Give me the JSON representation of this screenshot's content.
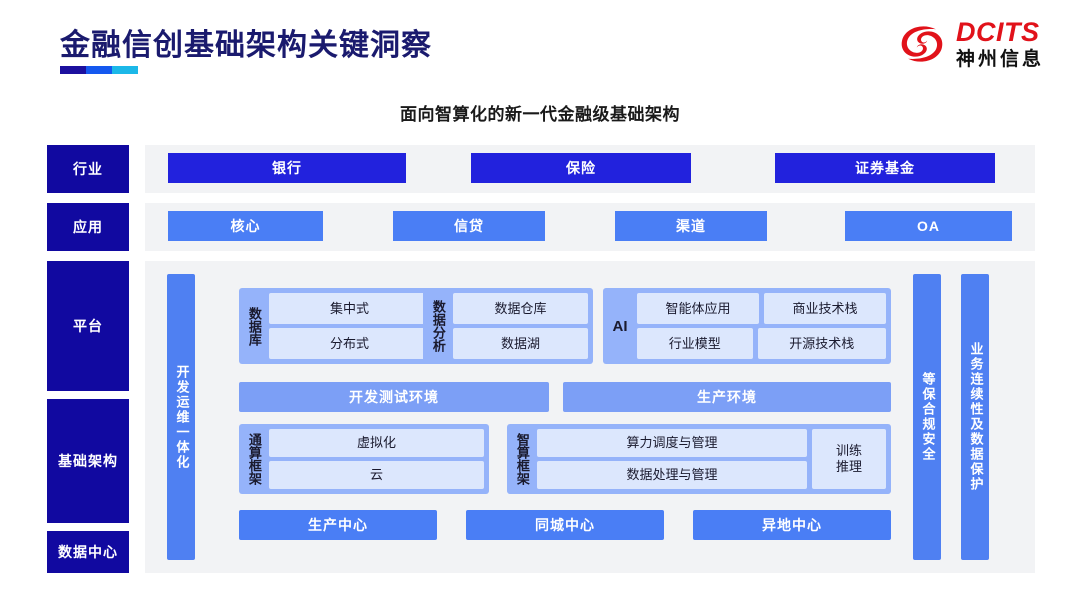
{
  "header": {
    "title": "金融信创基础架构关键洞察",
    "logo_en": "DCITS",
    "logo_cn": "神州信息",
    "logo_icon": "dcits-swirl-logo"
  },
  "subtitle": "面向智算化的新一代金融级基础架构",
  "rail": {
    "items": [
      {
        "label": "行业"
      },
      {
        "label": "应用"
      },
      {
        "label": "平台"
      },
      {
        "label": "基础架构"
      },
      {
        "label": "数据中心"
      }
    ]
  },
  "industry_row": {
    "items": [
      {
        "label": "银行"
      },
      {
        "label": "保险"
      },
      {
        "label": "证券基金"
      }
    ]
  },
  "application_row": {
    "items": [
      {
        "label": "核心"
      },
      {
        "label": "信贷"
      },
      {
        "label": "渠道"
      },
      {
        "label": "OA"
      }
    ]
  },
  "side_bars": {
    "left": {
      "label": "开发运维一体化"
    },
    "right_inner": {
      "label": "等保合规安全"
    },
    "right_outer": {
      "label": "业务连续性及数据保护"
    }
  },
  "platform": {
    "database": {
      "label": "数据库",
      "items": [
        "集中式",
        "分布式"
      ]
    },
    "analytics": {
      "label": "数据分析",
      "items": [
        "数据仓库",
        "数据湖"
      ]
    },
    "ai": {
      "label": "AI",
      "items": [
        "智能体应用",
        "商业技术栈",
        "行业模型",
        "开源技术栈"
      ]
    },
    "environments": [
      {
        "label": "开发测试环境"
      },
      {
        "label": "生产环境"
      }
    ]
  },
  "infrastructure": {
    "general_compute": {
      "label": "通算框架",
      "items": [
        "虚拟化",
        "云"
      ]
    },
    "intelligent_compute": {
      "label": "智算框架",
      "items": [
        "算力调度与管理",
        "数据处理与管理"
      ],
      "side": "训练\n推理"
    }
  },
  "data_center": {
    "items": [
      {
        "label": "生产中心"
      },
      {
        "label": "同城中心"
      },
      {
        "label": "异地中心"
      }
    ]
  },
  "colors": {
    "title_navy": "#1a1a6e",
    "rail_blue": "#1109a0",
    "deep_blue": "#2222dd",
    "mid_blue": "#4a7ef5",
    "soft_blue": "#7c9ff6",
    "module_blue": "#95b3fa",
    "chip_blue": "#dce7fd",
    "panel_gray": "#f2f3f5",
    "logo_red": "#e1121a"
  }
}
